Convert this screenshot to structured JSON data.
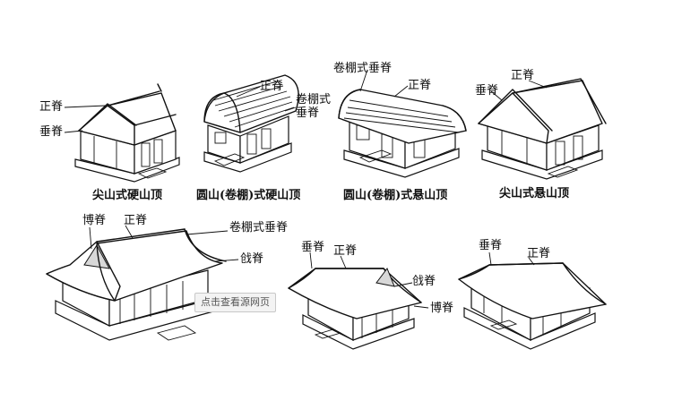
{
  "captions": {
    "b1": "尖山式硬山顶",
    "b2": "圆山(卷棚)式硬山顶",
    "b3": "圆山(卷棚)式悬山顶",
    "b4": "尖山式悬山顶"
  },
  "labels": {
    "b1_main_ridge": "正脊",
    "b1_vertical_ridge": "垂脊",
    "b2_main_ridge": "正脊",
    "b2_roll_vertical_ridge_1": "卷棚式",
    "b2_roll_vertical_ridge_2": "垂脊",
    "b3_roll_vertical_ridge": "卷棚式垂脊",
    "b3_main_ridge": "正脊",
    "b4_vertical_ridge": "垂脊",
    "b4_main_ridge": "正脊",
    "b5_bo_ridge": "博脊",
    "b5_main_ridge": "正脊",
    "b5_roll_vertical_ridge": "卷棚式垂脊",
    "b5_qiang_ridge": "戗脊",
    "b6_vertical_ridge": "垂脊",
    "b6_main_ridge": "正脊",
    "b6_qiang_ridge": "戗脊",
    "b6_bo_ridge": "博脊",
    "b7_vertical_ridge": "垂脊",
    "b7_main_ridge": "正脊"
  },
  "overlay": {
    "view_source": "点击查看源网页"
  }
}
